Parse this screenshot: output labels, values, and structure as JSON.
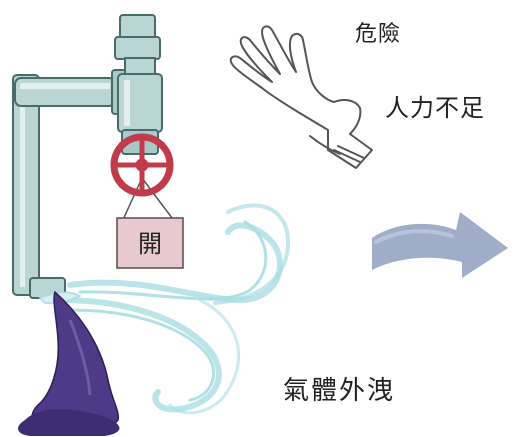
{
  "labels": {
    "danger": "危險",
    "manpower_shortage": "人力不足",
    "gas_leak": "氣體外洩"
  },
  "valve_tag": {
    "text": "開"
  },
  "colors": {
    "pipe": "#b9d6d4",
    "pipe_outline": "#4a6b6a",
    "valve_wheel": "#c23b4a",
    "tag_fill": "#e8c9cf",
    "gas_wisps": "#a9dde2",
    "liquid": "#4e3a86",
    "glove": "#ffffff",
    "arrow": "#8f9fc0"
  },
  "icons": {
    "glove": "glove-icon",
    "arrow": "arrow-right-icon"
  }
}
